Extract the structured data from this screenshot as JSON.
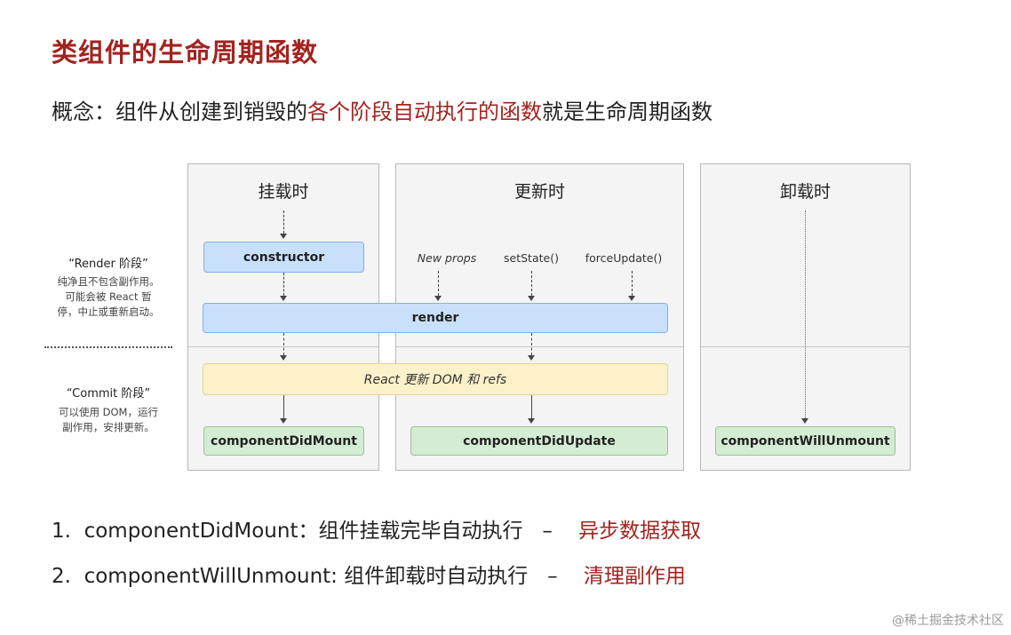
{
  "title": "类组件的生命周期函数",
  "concept": {
    "before": "概念：组件从创建到销毁的",
    "highlight": "各个阶段自动执行的函数",
    "after": "就是生命周期函数"
  },
  "stages": {
    "render": {
      "label": "“Render 阶段”",
      "desc": [
        "纯净且不包含副作用。",
        "可能会被 React 暂",
        "停，中止或重新启动。"
      ]
    },
    "commit": {
      "label": "“Commit 阶段”",
      "desc": [
        "可以使用 DOM，运行",
        "副作用，安排更新。"
      ]
    }
  },
  "panels": {
    "mount": "挂载时",
    "update": "更新时",
    "unmount": "卸载时"
  },
  "triggers": {
    "new_props": "New props",
    "set_state": "setState()",
    "force_update": "forceUpdate()"
  },
  "boxes": {
    "constructor": "constructor",
    "render": "render",
    "react_update": "React 更新 DOM 和 refs",
    "did_mount": "componentDidMount",
    "did_update": "componentDidUpdate",
    "will_unmount": "componentWillUnmount"
  },
  "list": [
    {
      "num": "1.",
      "name": "componentDidMount",
      "colon": "：",
      "desc": "组件挂载完毕自动执行",
      "dash": "–",
      "purpose": "异步数据获取"
    },
    {
      "num": "2.",
      "name": "componentWillUnmount",
      "colon": ":",
      "desc": " 组件卸载时自动执行",
      "dash": "–",
      "purpose": "清理副作用"
    }
  ],
  "watermark": "@稀土掘金技术社区"
}
